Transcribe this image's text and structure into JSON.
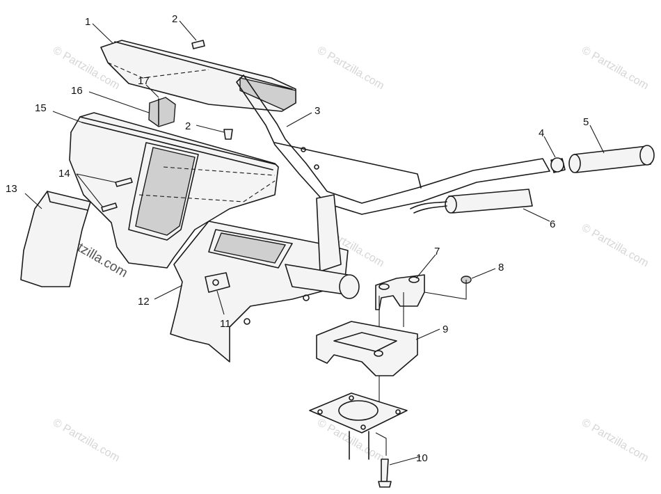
{
  "watermark": "© Partzilla.com",
  "watermark_prominent": "© Partzilla.com",
  "callouts": {
    "p1": "1",
    "p2a": "2",
    "p2b": "2",
    "p3": "3",
    "p4": "4",
    "p5": "5",
    "p6": "6",
    "p7": "7",
    "p8": "8",
    "p9": "9",
    "p10": "10",
    "p11": "11",
    "p12": "12",
    "p13": "13",
    "p14": "14",
    "p15": "15",
    "p16": "16",
    "p17": "17"
  }
}
